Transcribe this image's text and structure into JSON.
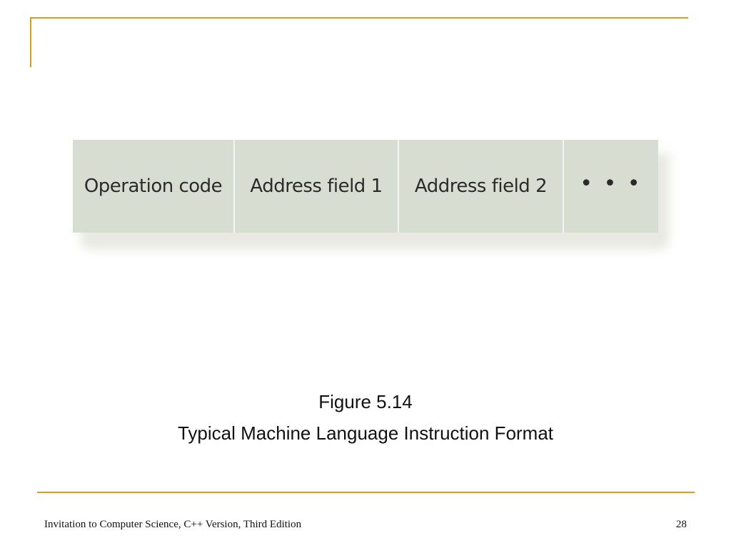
{
  "diagram": {
    "fields": [
      {
        "label": "Operation code"
      },
      {
        "label": "Address field 1"
      },
      {
        "label": "Address field 2"
      },
      {
        "label": "• • •"
      }
    ],
    "fill_color": "#d8ddd2"
  },
  "caption": {
    "number": "Figure 5.14",
    "title": "Typical Machine Language Instruction Format"
  },
  "footer": {
    "source": "Invitation to Computer Science, C++ Version, Third Edition",
    "page_number": "28"
  },
  "theme": {
    "accent_color": "#d4a017"
  }
}
